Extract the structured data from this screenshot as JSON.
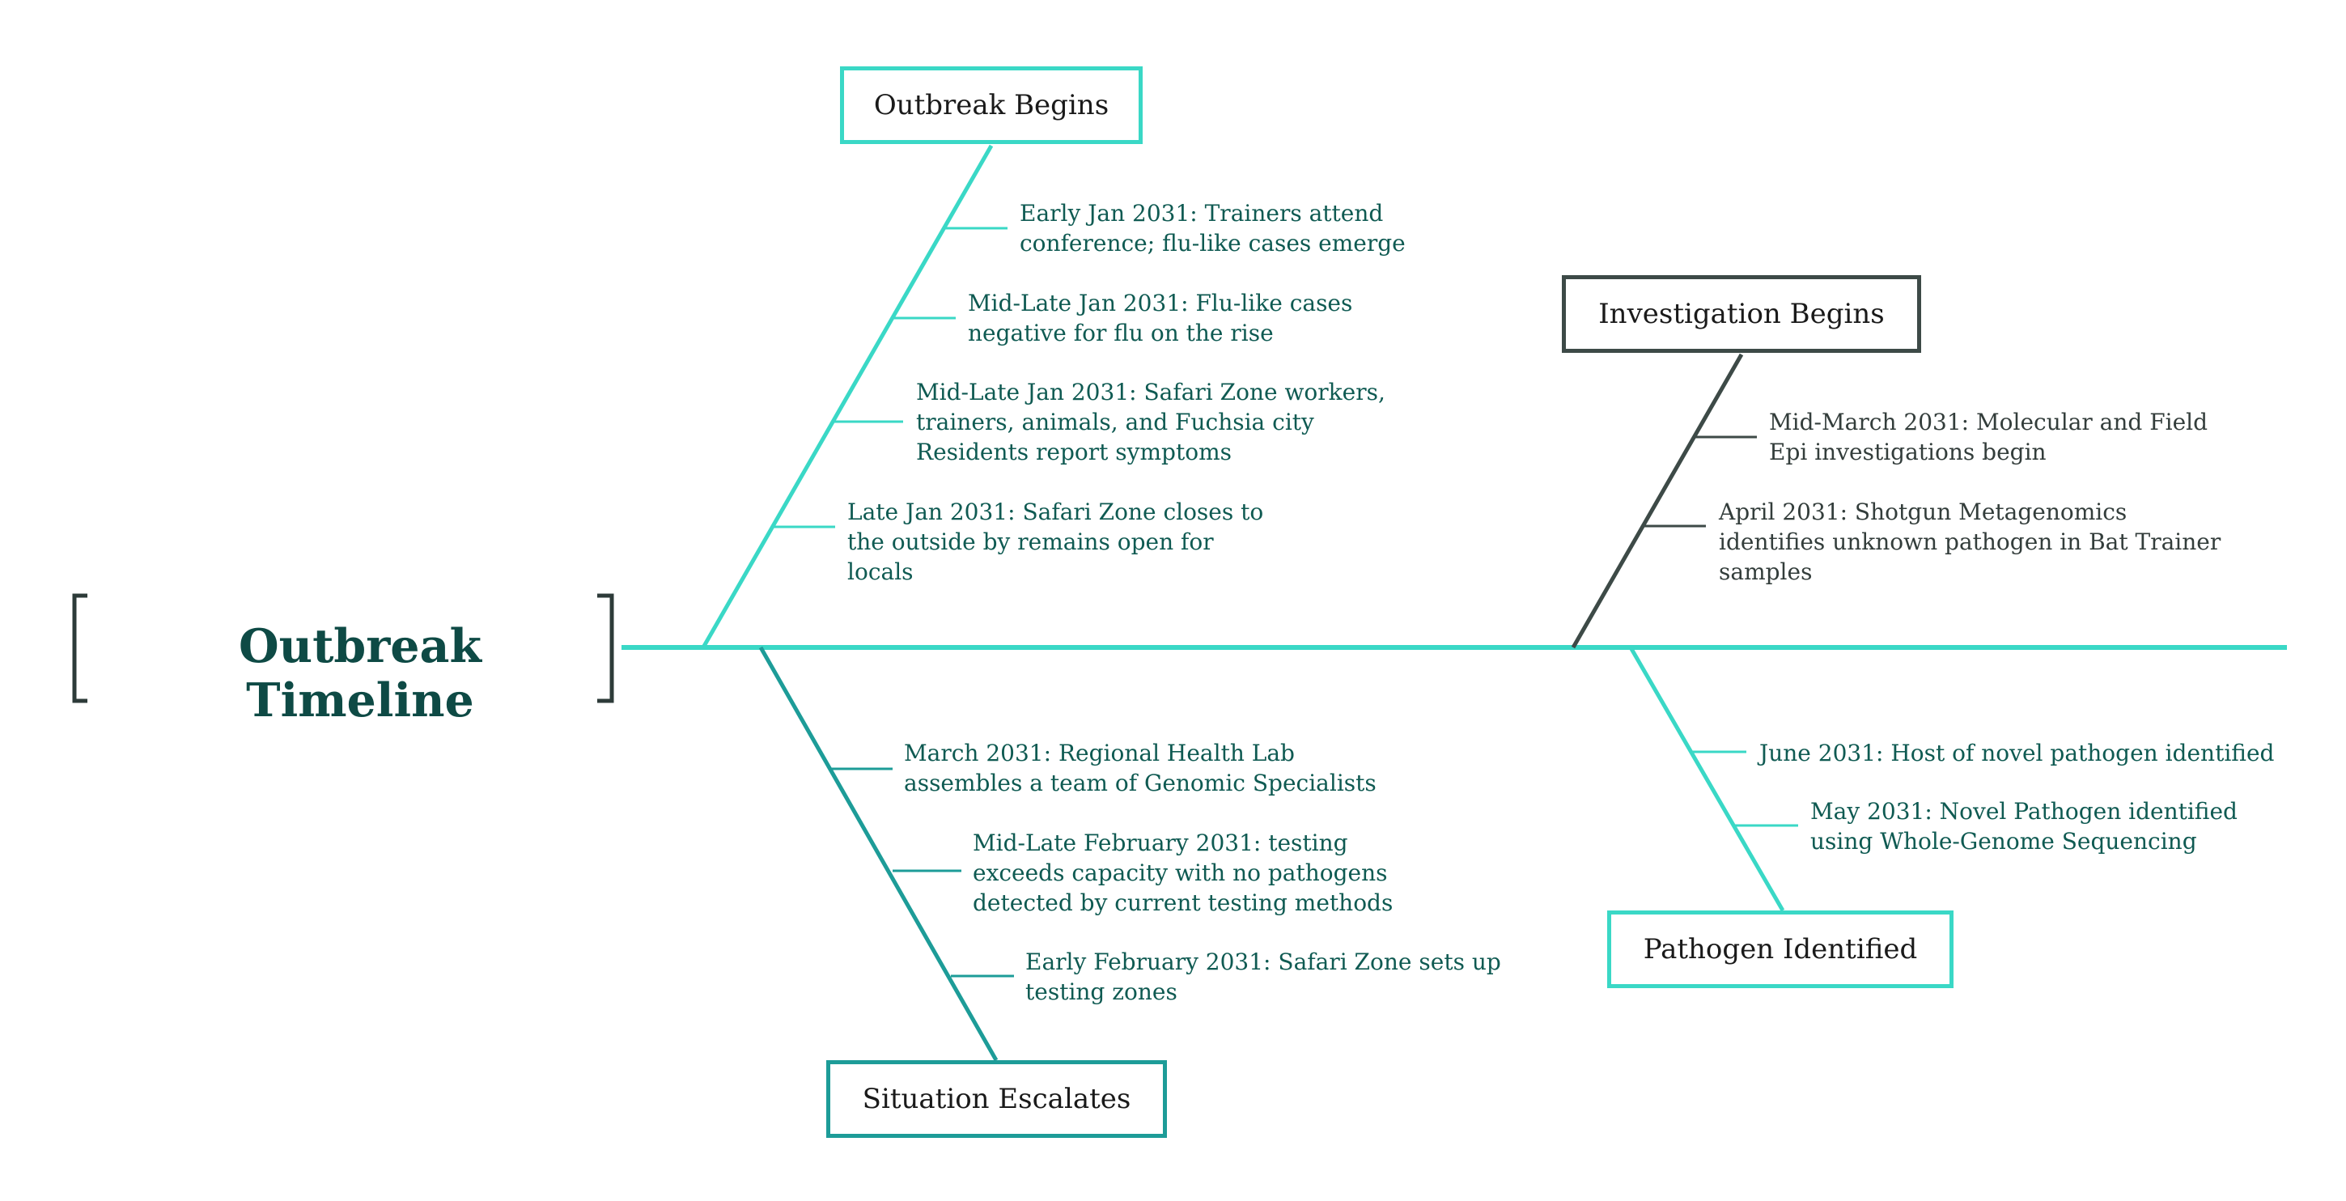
{
  "title": "Outbreak Timeline",
  "colors": {
    "bright_teal": "#3ad8c6",
    "dark_teal": "#1d9c98",
    "dark_gray": "#3d4a47",
    "title_text": "#0e4a45",
    "note_text": "#0f5a52",
    "note_text_gray": "#333d3b"
  },
  "categories": {
    "outbreak_begins": {
      "label": "Outbreak Begins",
      "events": [
        "Early Jan 2031: Trainers attend conference; flu-like cases emerge",
        "Mid-Late Jan 2031: Flu-like cases negative for flu on the rise",
        "Mid-Late Jan 2031: Safari Zone workers, trainers, animals, and Fuchsia city Residents report symptoms",
        "Late Jan 2031: Safari Zone closes to the outside by remains open for locals"
      ]
    },
    "investigation_begins": {
      "label": "Investigation Begins",
      "events": [
        "Mid-March 2031: Molecular and Field Epi investigations begin",
        "April 2031: Shotgun Metagenomics identifies unknown pathogen in Bat Trainer samples"
      ]
    },
    "situation_escalates": {
      "label": "Situation Escalates",
      "events": [
        "March 2031: Regional Health Lab assembles a team of Genomic Specialists",
        "Mid-Late February 2031: testing exceeds capacity with no pathogens detected by current testing methods",
        "Early February 2031: Safari Zone sets up testing zones"
      ]
    },
    "pathogen_identified": {
      "label": "Pathogen Identified",
      "events": [
        "June 2031: Host of novel pathogen identified",
        "May 2031: Novel Pathogen identified using Whole-Genome Sequencing"
      ]
    }
  }
}
